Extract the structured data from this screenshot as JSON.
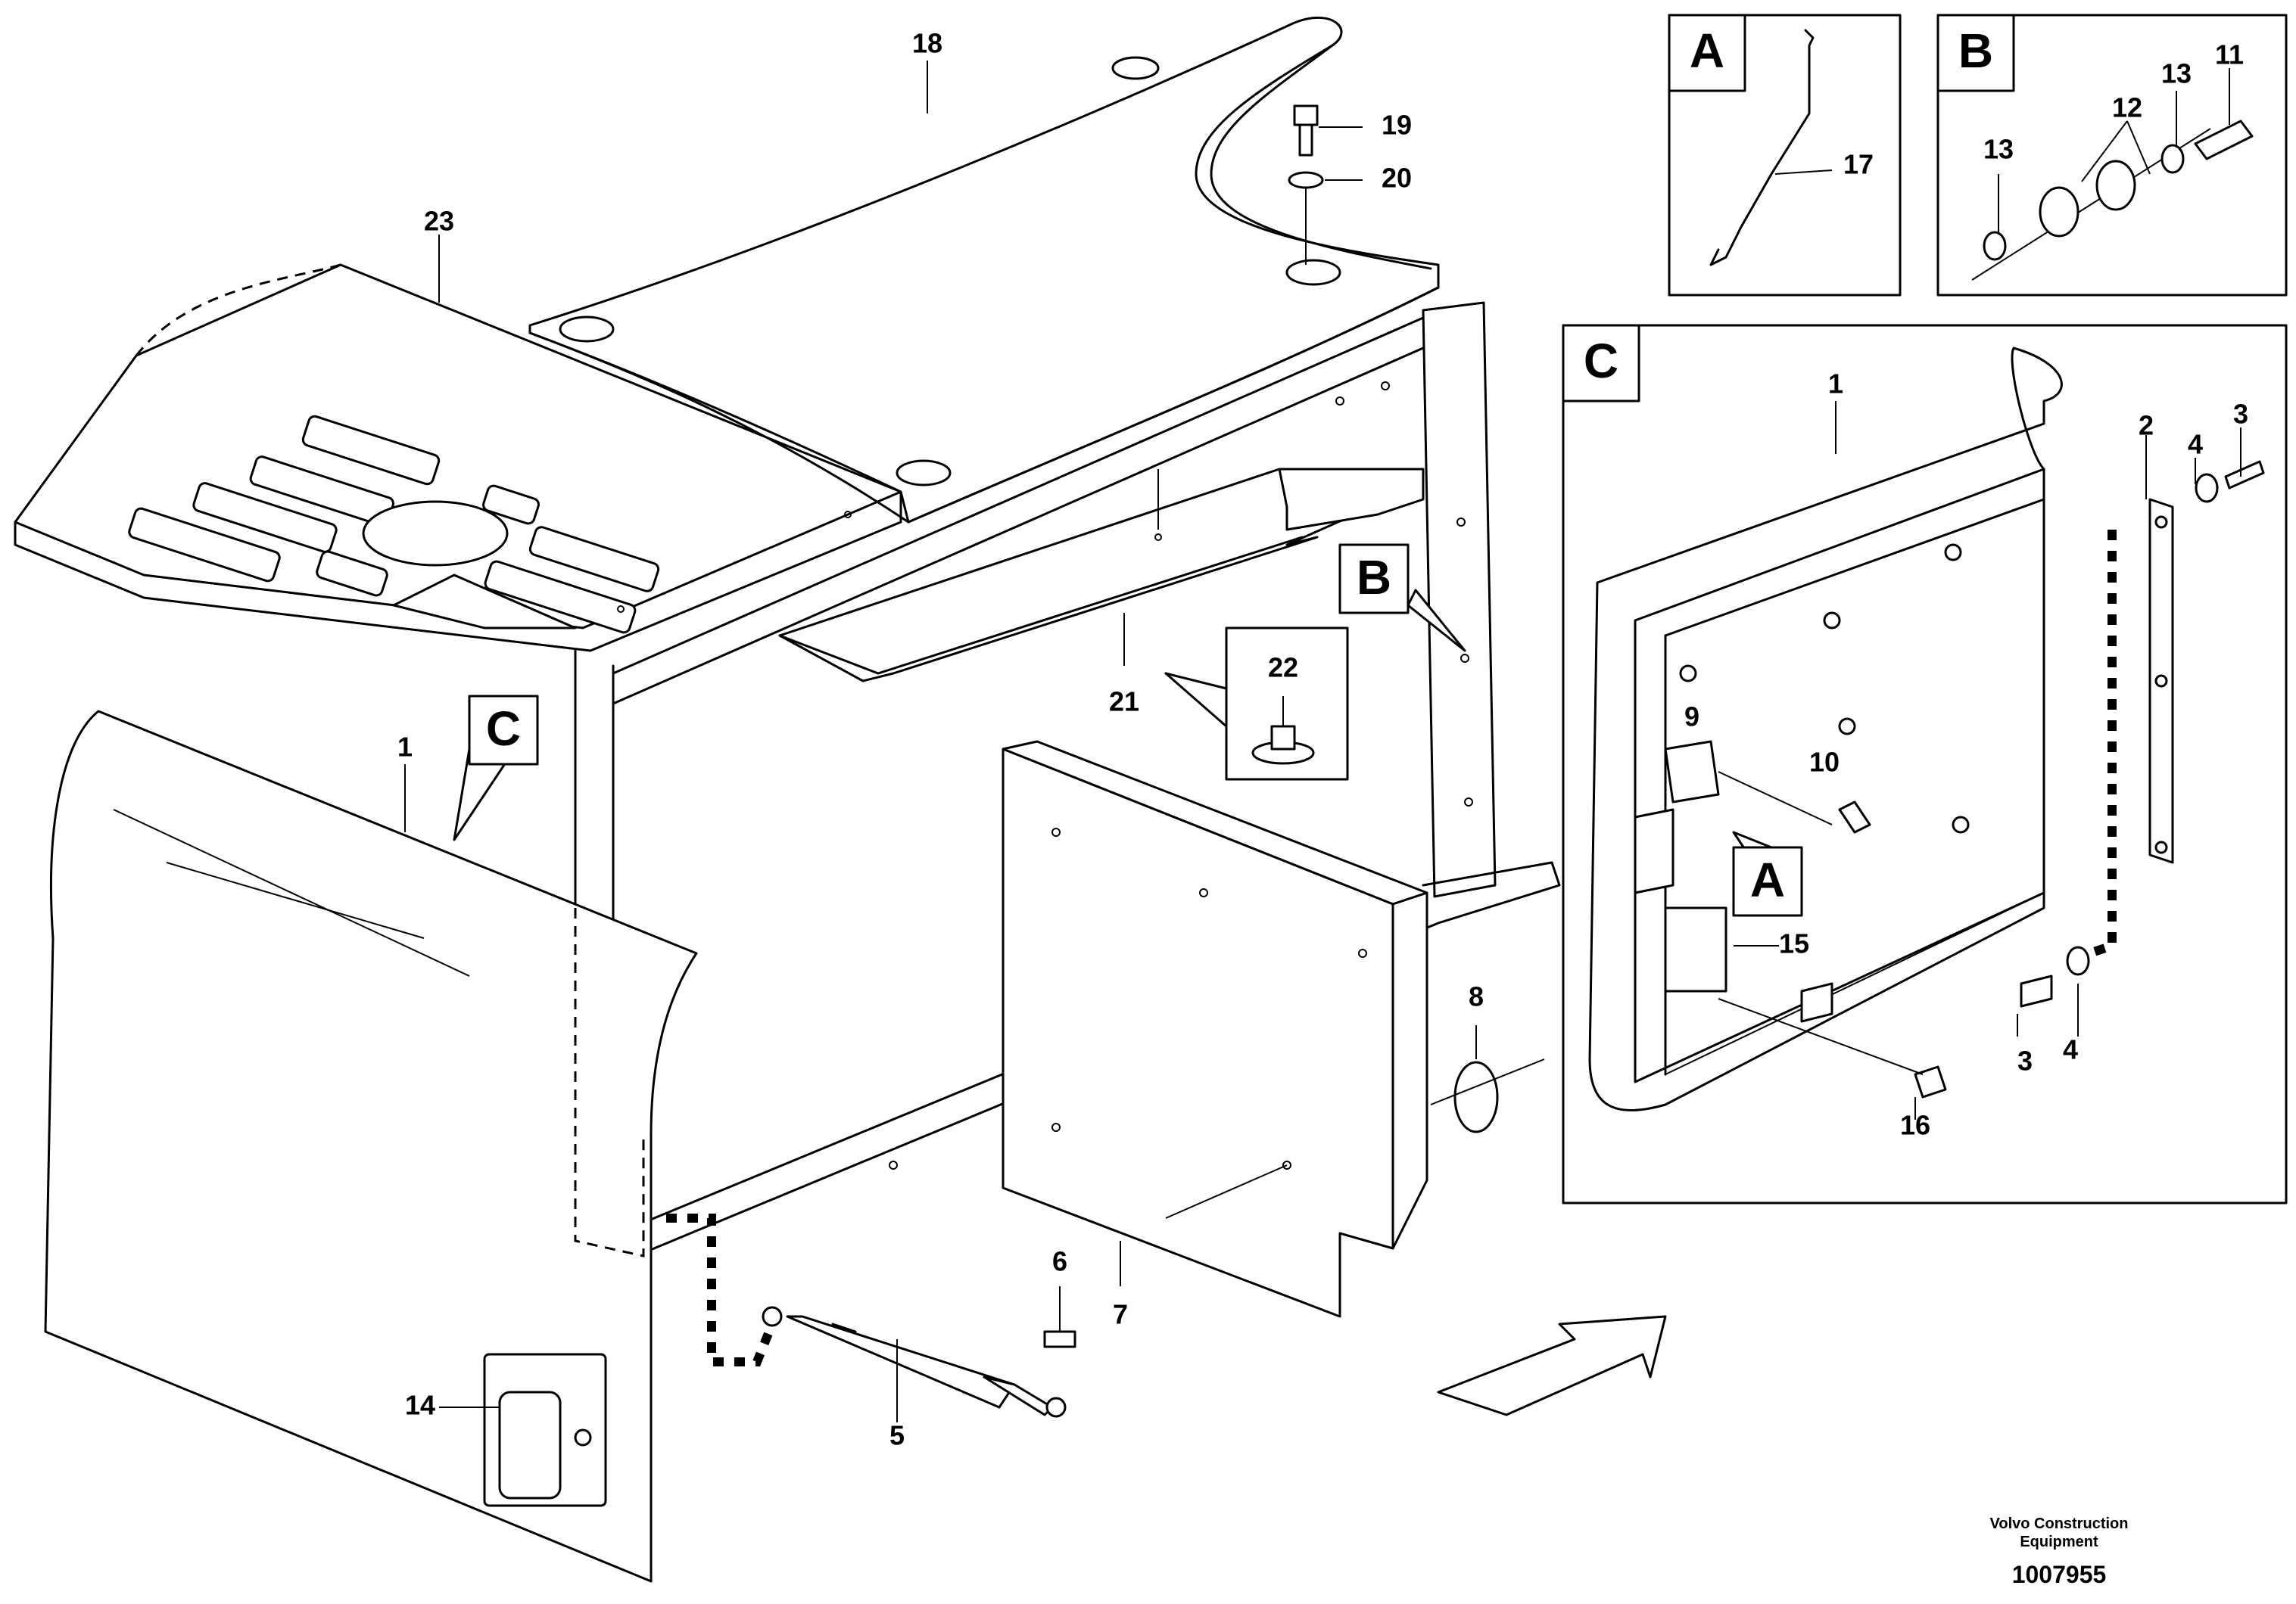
{
  "callouts": {
    "c1": "1",
    "c2": "2",
    "c3": "3",
    "c4": "4",
    "c5": "5",
    "c6": "6",
    "c7": "7",
    "c8": "8",
    "c9": "9",
    "c10": "10",
    "c11": "11",
    "c12": "12",
    "c13": "13",
    "c14": "14",
    "c15": "15",
    "c16": "16",
    "c17": "17",
    "c18": "18",
    "c19": "19",
    "c20": "20",
    "c21": "21",
    "c22": "22",
    "c23": "23"
  },
  "detail_labels": {
    "a": "A",
    "b": "B",
    "c": "C"
  },
  "footer": {
    "credit_line1": "Volvo Construction",
    "credit_line2": "Equipment",
    "drawing_number": "1007955"
  }
}
